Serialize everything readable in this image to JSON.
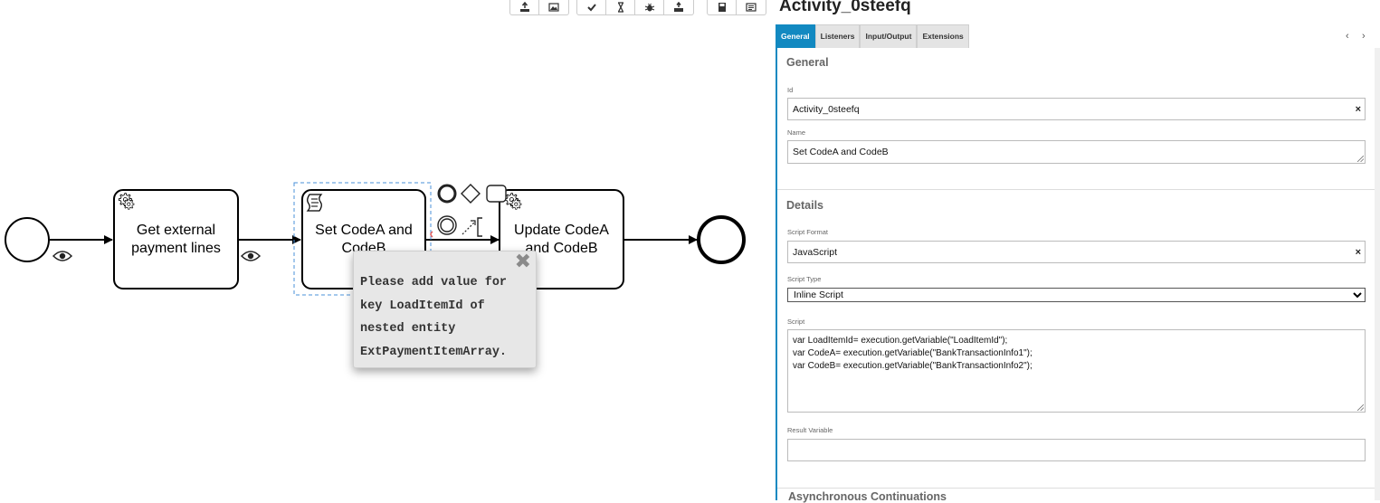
{
  "toolbar": {
    "groups": [
      [
        {
          "icon": "export-icon"
        },
        {
          "icon": "image-icon"
        }
      ],
      [
        {
          "icon": "check-icon"
        },
        {
          "icon": "hourglass-icon"
        },
        {
          "icon": "bug-icon"
        },
        {
          "icon": "deploy-icon"
        }
      ],
      [
        {
          "icon": "save-icon"
        },
        {
          "icon": "list-icon"
        }
      ]
    ]
  },
  "diagram": {
    "tasks": {
      "get_external": "Get external payment lines",
      "set_code": "Set CodeA and CodeB",
      "update_code": "Update CodeA and CodeB"
    }
  },
  "tooltip": {
    "message": "Please add value for key LoadItemId of nested entity ExtPaymentItemArray.",
    "close_symbol": "✖"
  },
  "panel": {
    "title": "Activity_0steefq",
    "tabs": [
      "General",
      "Listeners",
      "Input/Output",
      "Extensions"
    ],
    "active_tab": "General",
    "nav_prev": "‹",
    "nav_next": "›",
    "general": {
      "section_title": "General",
      "id_label": "Id",
      "id_value": "Activity_0steefq",
      "name_label": "Name",
      "name_value": "Set CodeA and CodeB"
    },
    "details": {
      "section_title": "Details",
      "script_format_label": "Script Format",
      "script_format_value": "JavaScript",
      "script_type_label": "Script Type",
      "script_type_value": "Inline Script",
      "script_label": "Script",
      "script_lines": [
        "var LoadItemId= execution.getVariable(\"LoadItemId\");",
        "var CodeA= execution.getVariable(\"BankTransactionInfo1\");",
        "var CodeB= execution.getVariable(\"BankTransactionInfo2\");"
      ],
      "result_variable_label": "Result Variable",
      "result_variable_value": ""
    },
    "next_section_title": "Asynchronous Continuations",
    "clear_symbol": "×"
  },
  "colors": {
    "accent": "#1289c1",
    "selection": "#4a90d9",
    "tooltip_bg": "#e7e7e7"
  }
}
